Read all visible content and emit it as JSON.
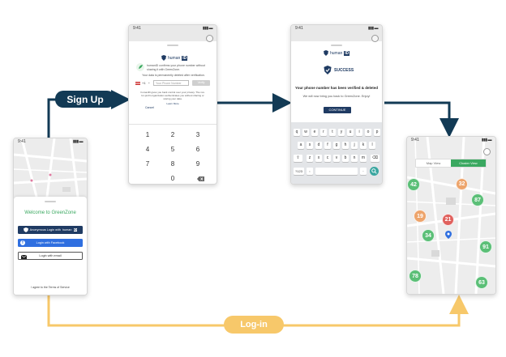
{
  "labels": {
    "sign_up": "Sign Up",
    "log_in": "Log-in"
  },
  "status_time": "9:41",
  "login_screen": {
    "title": "Welcome to GreenZone",
    "anon_button": "Anonymous Login with",
    "anon_brand": "human",
    "anon_brand_suffix": "ID",
    "facebook_button": "Login with Facebook",
    "email_button": "Login with email",
    "terms": "I agree to the Terms of Service"
  },
  "phone_screen": {
    "brand": "human",
    "brand_suffix": "ID",
    "confirm_text": "humanID confirms your phone number without sharing it with GreenZone.",
    "deleted_text": "Your data is permanently deleted after verification.",
    "country_code": "+1",
    "phone_placeholder": "Your Phone Number",
    "verify_button": "Verify",
    "footer_text": "humanID gives you back control over your privacy. The not-for-profit organization authenticates you without sharing or storing your data.",
    "learn_more": "Learn More",
    "cancel": "Cancel",
    "keypad": [
      "1",
      "2",
      "3",
      "4",
      "5",
      "6",
      "7",
      "8",
      "9",
      "0"
    ]
  },
  "success_screen": {
    "brand": "human",
    "brand_suffix": "ID",
    "success_label": "SUCCESS",
    "message": "Your phone number has been verified & deleted",
    "submessage": "We will now bring you back to GreenZone. Enjoy!",
    "continue_button": "CONTINUE",
    "keyboard_rows": [
      [
        "q",
        "w",
        "e",
        "r",
        "t",
        "y",
        "u",
        "i",
        "o",
        "p"
      ],
      [
        "a",
        "s",
        "d",
        "f",
        "g",
        "h",
        "j",
        "k",
        "l"
      ],
      [
        "z",
        "x",
        "c",
        "v",
        "b",
        "n",
        "m"
      ]
    ],
    "num_key": "?123",
    "comma_key": ",",
    "period_key": "."
  },
  "map_screen": {
    "tab_map": "Map View",
    "tab_cluster": "Cluster View",
    "clusters": [
      {
        "value": "42",
        "color": "#5bbf77"
      },
      {
        "value": "32",
        "color": "#eda46b"
      },
      {
        "value": "87",
        "color": "#5bbf77"
      },
      {
        "value": "19",
        "color": "#eda46b"
      },
      {
        "value": "21",
        "color": "#e0605c"
      },
      {
        "value": "34",
        "color": "#5bbf77"
      },
      {
        "value": "91",
        "color": "#5bbf77"
      },
      {
        "value": "78",
        "color": "#5bbf77"
      },
      {
        "value": "63",
        "color": "#5bbf77"
      }
    ]
  },
  "colors": {
    "navy": "#123a55",
    "gold": "#f7c86a",
    "green": "#3aa860",
    "human_navy": "#1f3b63",
    "facebook": "#2f6fe0"
  }
}
